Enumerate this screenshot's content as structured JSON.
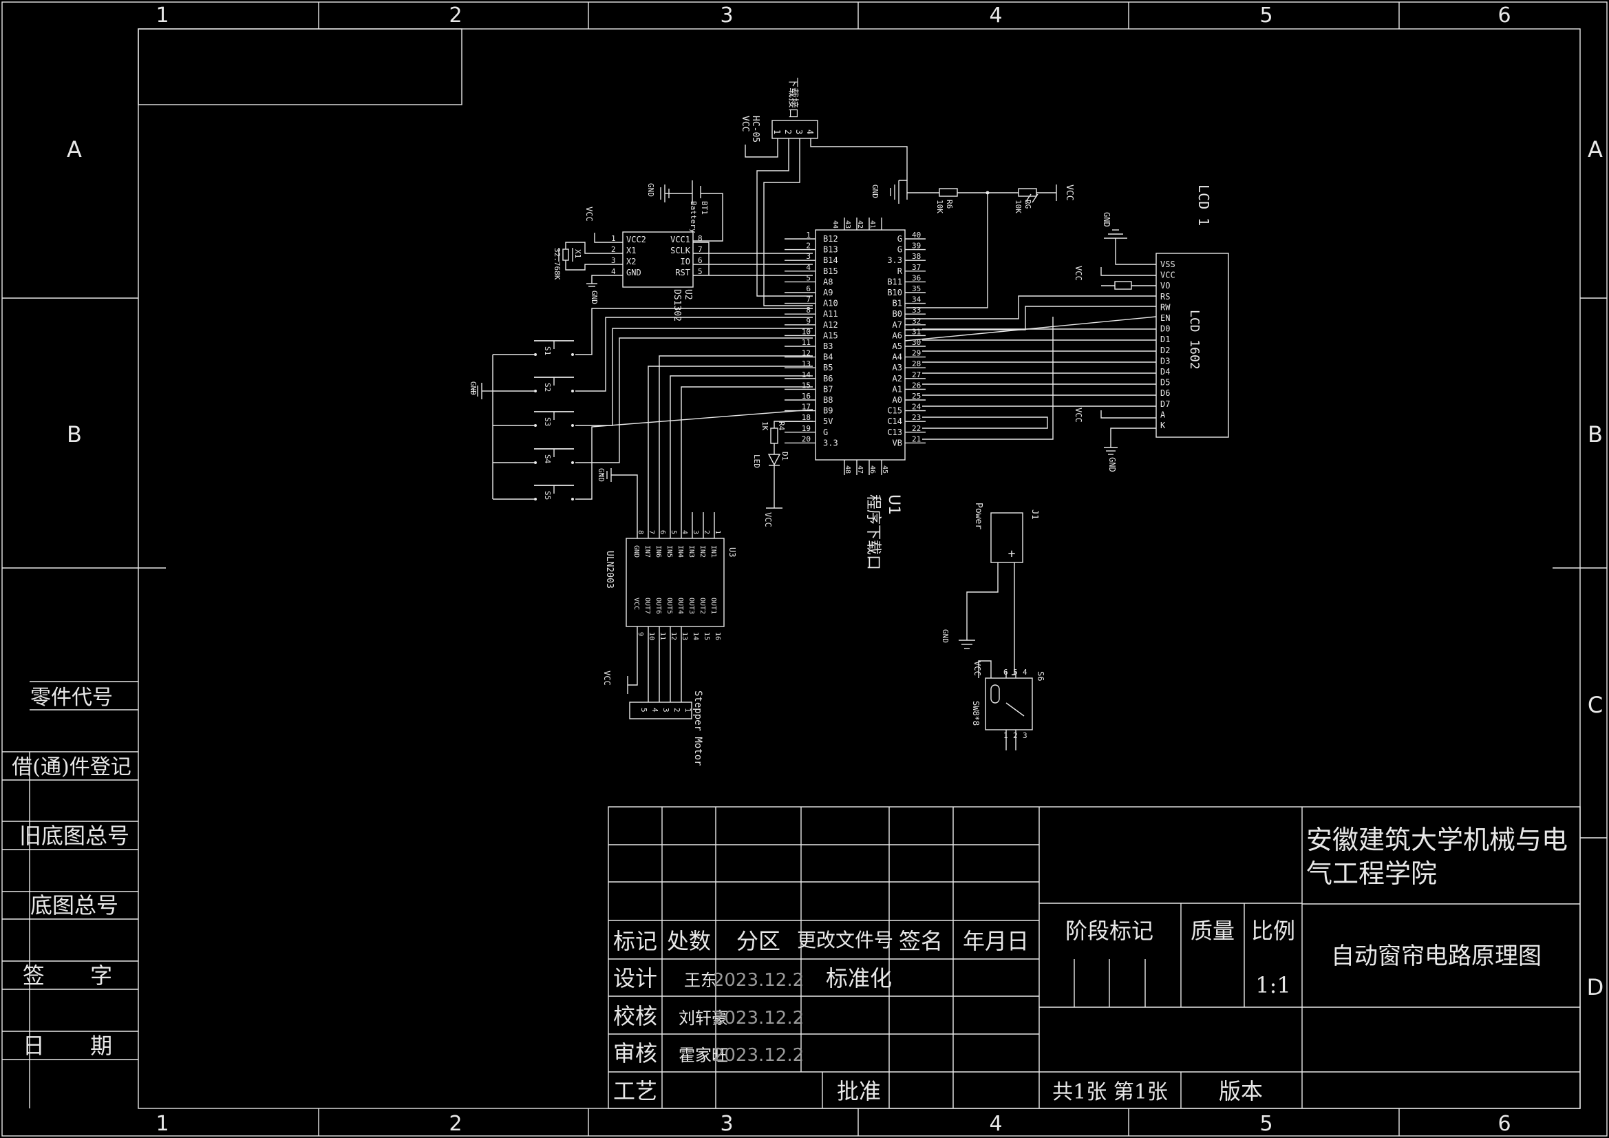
{
  "border": {
    "columns": [
      "1",
      "2",
      "3",
      "4",
      "5",
      "6"
    ],
    "rows": [
      "A",
      "B",
      "C",
      "D"
    ]
  },
  "side_panel": {
    "part_code": "零件代号",
    "borrow_register": "借(通)件登记",
    "old_base_no": "旧底图总号",
    "base_no": "底图总号",
    "signature": "签 字",
    "date": "日 期"
  },
  "title_block": {
    "institution": "安徽建筑大学机械与电气工程学院",
    "institution_line1": "安徽建筑大学机械与电",
    "institution_line2": "气工程学院",
    "drawing_title": "自动窗帘电路原理图",
    "headers": {
      "mark": "标记",
      "count": "处数",
      "zone": "分区",
      "change_doc": "更改文件号",
      "sign": "签名",
      "date": "年月日"
    },
    "stage_mark": "阶段标记",
    "mass": "质量",
    "scale_label": "比例",
    "scale_value": "1:1",
    "sheets": "共1张 第1张",
    "version": "版本",
    "rows": [
      {
        "role": "设计",
        "name": "王东",
        "date": "2023.12.2",
        "extra": "标准化"
      },
      {
        "role": "校核",
        "name": "刘轩豪",
        "date": "2023.12.2",
        "extra": ""
      },
      {
        "role": "审核",
        "name": "霍家旺",
        "date": "2023.12.2",
        "extra": ""
      },
      {
        "role": "工艺",
        "name": "",
        "date": "",
        "extra": "批准"
      }
    ]
  },
  "schematic": {
    "download_port": {
      "title": "下载接口",
      "pins": [
        "1",
        "2",
        "3",
        "4"
      ],
      "labels": [
        "VCC",
        "HC-05"
      ]
    },
    "mcu": {
      "ref": "U1",
      "name": "程序下载口",
      "left_pins": [
        "1",
        "2",
        "3",
        "4",
        "5",
        "6",
        "7",
        "8",
        "9",
        "10",
        "11",
        "12",
        "13",
        "14",
        "15",
        "16",
        "17",
        "18",
        "19",
        "20"
      ],
      "left_labels": [
        "B12",
        "B13",
        "B14",
        "B15",
        "A8",
        "A9",
        "A10",
        "A11",
        "A12",
        "A15",
        "B3",
        "B4",
        "B5",
        "B6",
        "B7",
        "B8",
        "B9",
        "5V",
        "G",
        "3.3"
      ],
      "right_pins": [
        "40",
        "39",
        "38",
        "37",
        "36",
        "35",
        "34",
        "33",
        "32",
        "31",
        "30",
        "29",
        "28",
        "27",
        "26",
        "25",
        "24",
        "23",
        "22",
        "21"
      ],
      "right_labels": [
        "G",
        "G",
        "3.3",
        "R",
        "B11",
        "B10",
        "B1",
        "B0",
        "A7",
        "A6",
        "A5",
        "A4",
        "A3",
        "A2",
        "A1",
        "A0",
        "C15",
        "C14",
        "C13",
        "VB"
      ],
      "top_pins": [
        "44",
        "43",
        "42",
        "41"
      ],
      "bottom_pins": [
        "48",
        "47",
        "46",
        "45"
      ]
    },
    "rtc": {
      "ref": "U2",
      "name": "DS1302",
      "left": [
        "VCC2",
        "X1",
        "X2",
        "GND"
      ],
      "right": [
        "VCC1",
        "SCLK",
        "IO",
        "RST"
      ],
      "lpins": [
        "1",
        "2",
        "3",
        "4"
      ],
      "rpins": [
        "8",
        "7",
        "6",
        "5"
      ]
    },
    "crystal": {
      "ref": "X1",
      "value": "32.768K"
    },
    "battery": {
      "ref": "BT1",
      "value": "Battery"
    },
    "r6": {
      "ref": "R6",
      "value": "10K"
    },
    "rg": {
      "ref": "RG",
      "value": "10K"
    },
    "r4": {
      "ref": "R4",
      "value": "1K"
    },
    "led": {
      "ref": "D1",
      "value": "LED"
    },
    "lcd": {
      "ref": "LCD 1",
      "name": "LCD 1602",
      "pins": [
        "VSS",
        "VCC",
        "VO",
        "RS",
        "RW",
        "EN",
        "D0",
        "D1",
        "D2",
        "D3",
        "D4",
        "D5",
        "D6",
        "D7",
        "A",
        "K"
      ]
    },
    "switches": [
      "S1",
      "S2",
      "S3",
      "S4",
      "S5"
    ],
    "uln": {
      "ref": "U3",
      "name": "ULN2003",
      "inputs": [
        "IN1",
        "IN2",
        "IN3",
        "IN4",
        "IN5",
        "IN6",
        "IN7",
        "GND"
      ],
      "outputs": [
        "OUT1",
        "OUT2",
        "OUT3",
        "OUT4",
        "OUT5",
        "OUT6",
        "OUT7",
        "VCC"
      ],
      "in_pins": [
        "1",
        "2",
        "3",
        "4",
        "5",
        "6",
        "7",
        "8"
      ],
      "out_pins": [
        "16",
        "15",
        "14",
        "13",
        "12",
        "11",
        "10",
        "9"
      ]
    },
    "motor": {
      "name": "Stepper Motor",
      "pins": [
        "1",
        "2",
        "3",
        "4",
        "5"
      ]
    },
    "power": {
      "ref": "J1",
      "name": "Power",
      "symbol": "+"
    },
    "switch6": {
      "ref": "S6",
      "name": "SW8*8",
      "pins": [
        "6",
        "5",
        "4",
        "1",
        "2",
        "3"
      ]
    },
    "nets": {
      "vcc": "VCC",
      "gnd": "GND"
    }
  }
}
